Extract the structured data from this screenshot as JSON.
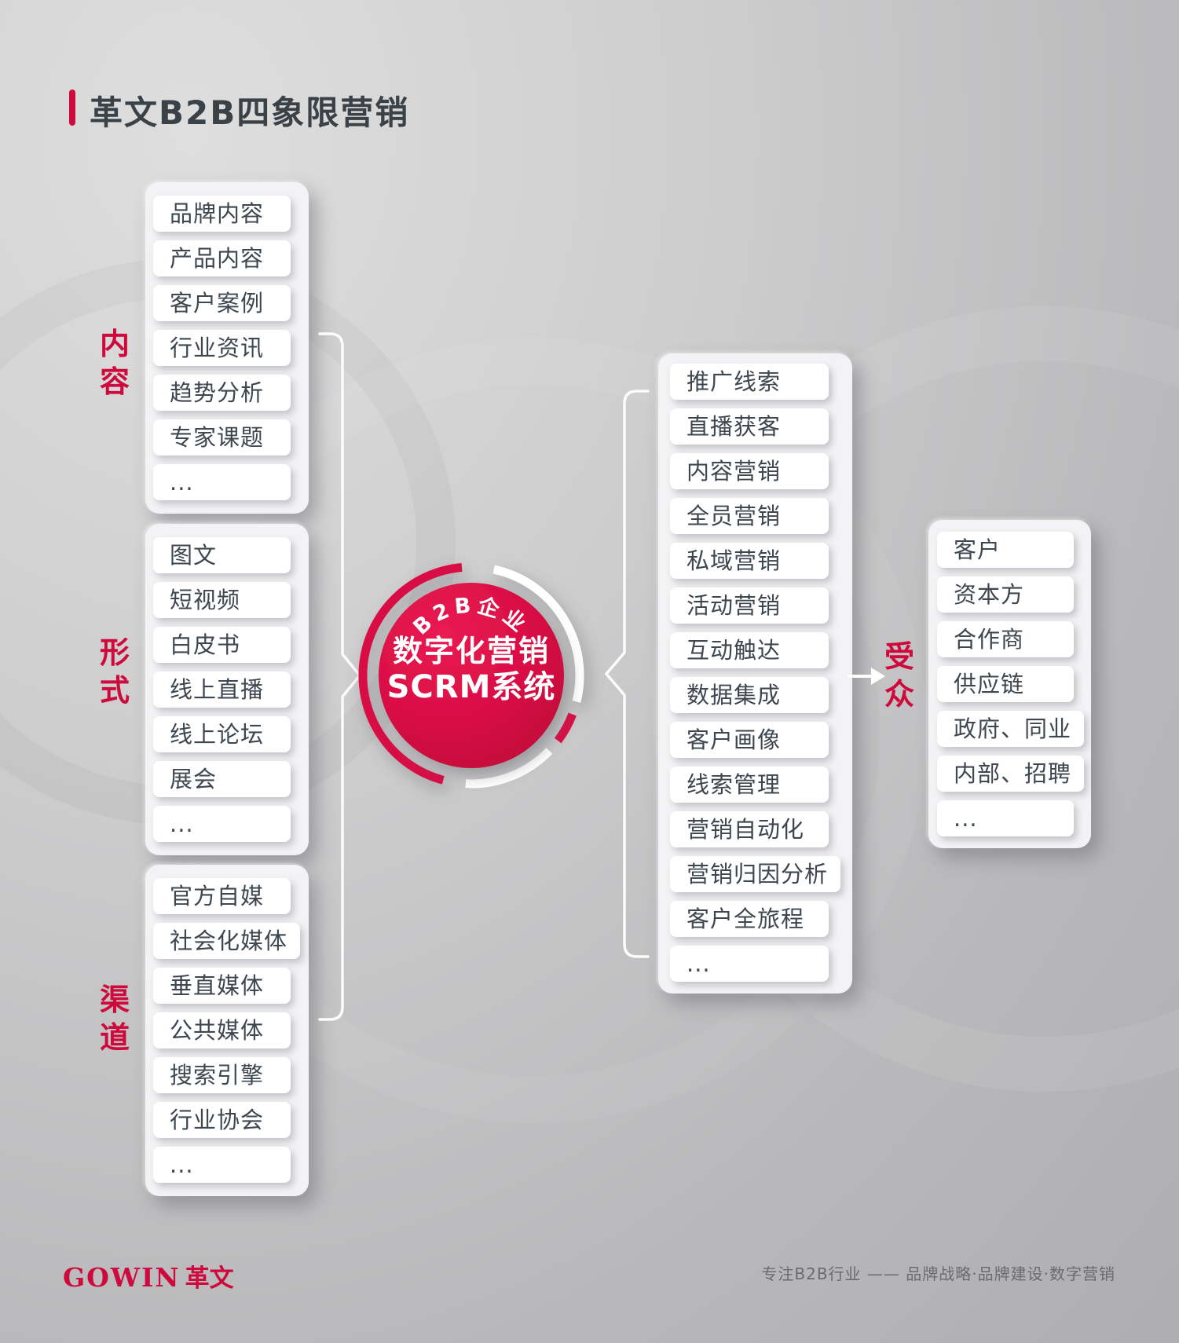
{
  "title": "革文B2B四象限营销",
  "quadrants": {
    "content": {
      "label": "内容",
      "items": [
        "品牌内容",
        "产品内容",
        "客户案例",
        "行业资讯",
        "趋势分析",
        "专家课题",
        "..."
      ]
    },
    "format": {
      "label": "形式",
      "items": [
        "图文",
        "短视频",
        "白皮书",
        "线上直播",
        "线上论坛",
        "展会",
        "..."
      ]
    },
    "channel": {
      "label": "渠道",
      "items": [
        "官方自媒",
        "社会化媒体",
        "垂直媒体",
        "公共媒体",
        "搜索引擎",
        "行业协会",
        "..."
      ]
    }
  },
  "center": {
    "badge": "B2B企业",
    "title_line1": "数字化营销",
    "title_line2": "SCRM系统"
  },
  "capabilities": {
    "items": [
      "推广线索",
      "直播获客",
      "内容营销",
      "全员营销",
      "私域营销",
      "活动营销",
      "互动触达",
      "数据集成",
      "客户画像",
      "线索管理",
      "营销自动化",
      "营销归因分析",
      "客户全旅程",
      "..."
    ]
  },
  "audience": {
    "label": "受众",
    "items": [
      "客户",
      "资本方",
      "合作商",
      "供应链",
      "政府、同业",
      "内部、招聘",
      "..."
    ]
  },
  "footer": {
    "logo_latin": "GOWIN",
    "logo_cn": "革文",
    "tagline": "专注B2B行业 —— 品牌战略·品牌建设·数字营销"
  },
  "colors": {
    "accent": "#ce0a3c",
    "circle-light": "#ea1b52",
    "circle-mid": "#d90e45",
    "circle-dark": "#bf0939",
    "text-dark": "#3e474f",
    "text-muted": "#6b6b6e",
    "line-white": "#fcfcfd"
  }
}
